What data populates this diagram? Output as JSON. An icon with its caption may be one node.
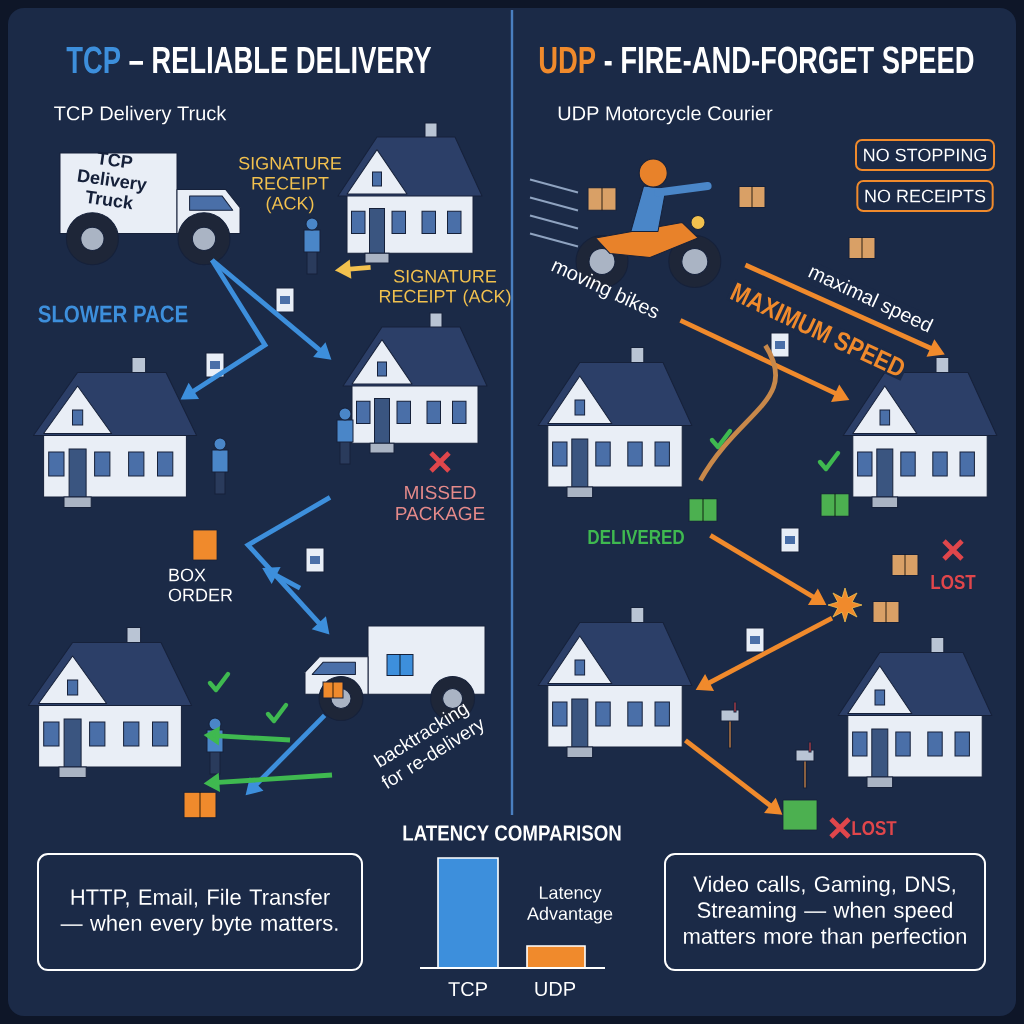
{
  "diagram": {
    "nodes": [
      {
        "text": [
          "TCP Delivery Truck"
        ],
        "beside": [
          "TCP Delivery Truck"
        ]
      },
      {
        "text": [],
        "shape": "picture",
        "beside": [
          "SIGNATURE RECEIPT (ACK)"
        ]
      },
      {
        "text": [],
        "shape": "picture"
      },
      {
        "text": [],
        "shape": "picture",
        "beside": [
          "MISSED PACKAGE"
        ]
      },
      {
        "text": [],
        "shape": "box",
        "beside": [
          "BOX ORDER"
        ]
      },
      {
        "text": [],
        "shape": "picture",
        "beside": [
          "backtracking for re-delivery"
        ]
      },
      {
        "text": [],
        "shape": "picture"
      },
      {
        "text": [],
        "shape": "picture",
        "beside": [
          "UDP Motorcycle Courier",
          "moving bikes"
        ]
      },
      {
        "text": [
          "NO STOPPING"
        ]
      },
      {
        "text": [
          "NO RECEIPTS"
        ]
      },
      {
        "text": [],
        "shape": "picture",
        "beside": [
          "DELIVERED"
        ]
      },
      {
        "text": [],
        "shape": "picture",
        "beside": [
          "LOST"
        ]
      },
      {
        "text": [],
        "shape": "star"
      },
      {
        "text": [],
        "shape": "picture"
      },
      {
        "text": [],
        "shape": "box"
      },
      {
        "text": [],
        "shape": "picture"
      },
      {
        "text": [
          "HTTP, Email, File Transfer — when every byte matters."
        ]
      },
      {
        "text": [
          "Video calls, Gaming, DNS, Streaming — when speed matters more than perfection"
        ]
      },
      {
        "text": [
          "SIGNATURE RECEIPT (ACK)"
        ]
      }
    ],
    "edges": [
      {
        "from": 0,
        "to": 3,
        "arrow": "to",
        "color": "#3d8fdc"
      },
      {
        "from": 0,
        "to": 2,
        "arrow": "to",
        "color": "#3d8fdc"
      },
      {
        "from": 3,
        "to": 5,
        "arrow": "to",
        "color": "#3d8fdc"
      },
      {
        "from": 5,
        "to": 6,
        "arrow": "to",
        "color": "#3d8fdc"
      },
      {
        "from": null,
        "to": 6,
        "arrow": "to",
        "color": "#3fb950"
      },
      {
        "from": null,
        "to": 6,
        "arrow": "to",
        "color": "#3fb950"
      },
      {
        "from": 18,
        "to": 1,
        "arrow": "to",
        "color": "#f2c14e"
      },
      {
        "from": 7,
        "to": 11,
        "label": "maximal speed",
        "arrow": "to",
        "color": "#f08a2c"
      },
      {
        "from": 7,
        "to": 11,
        "label": "MAXIMUM SPEED",
        "arrow": "to",
        "color": "#f08a2c"
      },
      {
        "from": 7,
        "to": 10,
        "arrow": "none",
        "color": "#c8884a"
      },
      {
        "from": 10,
        "to": 12,
        "arrow": "to",
        "color": "#f08a2c"
      },
      {
        "from": 12,
        "to": 13,
        "arrow": "to",
        "color": "#f08a2c"
      },
      {
        "from": 13,
        "to": 14,
        "arrow": "to",
        "color": "#f08a2c"
      }
    ],
    "labels": [
      "TCP",
      "– RELIABLE DELIVERY",
      "UDP",
      "- FIRE-AND-FORGET SPEED",
      "SLOWER PACE",
      "LATENCY COMPARISON",
      "Latency Advantage",
      "TCP",
      "UDP",
      "LOST"
    ]
  }
}
